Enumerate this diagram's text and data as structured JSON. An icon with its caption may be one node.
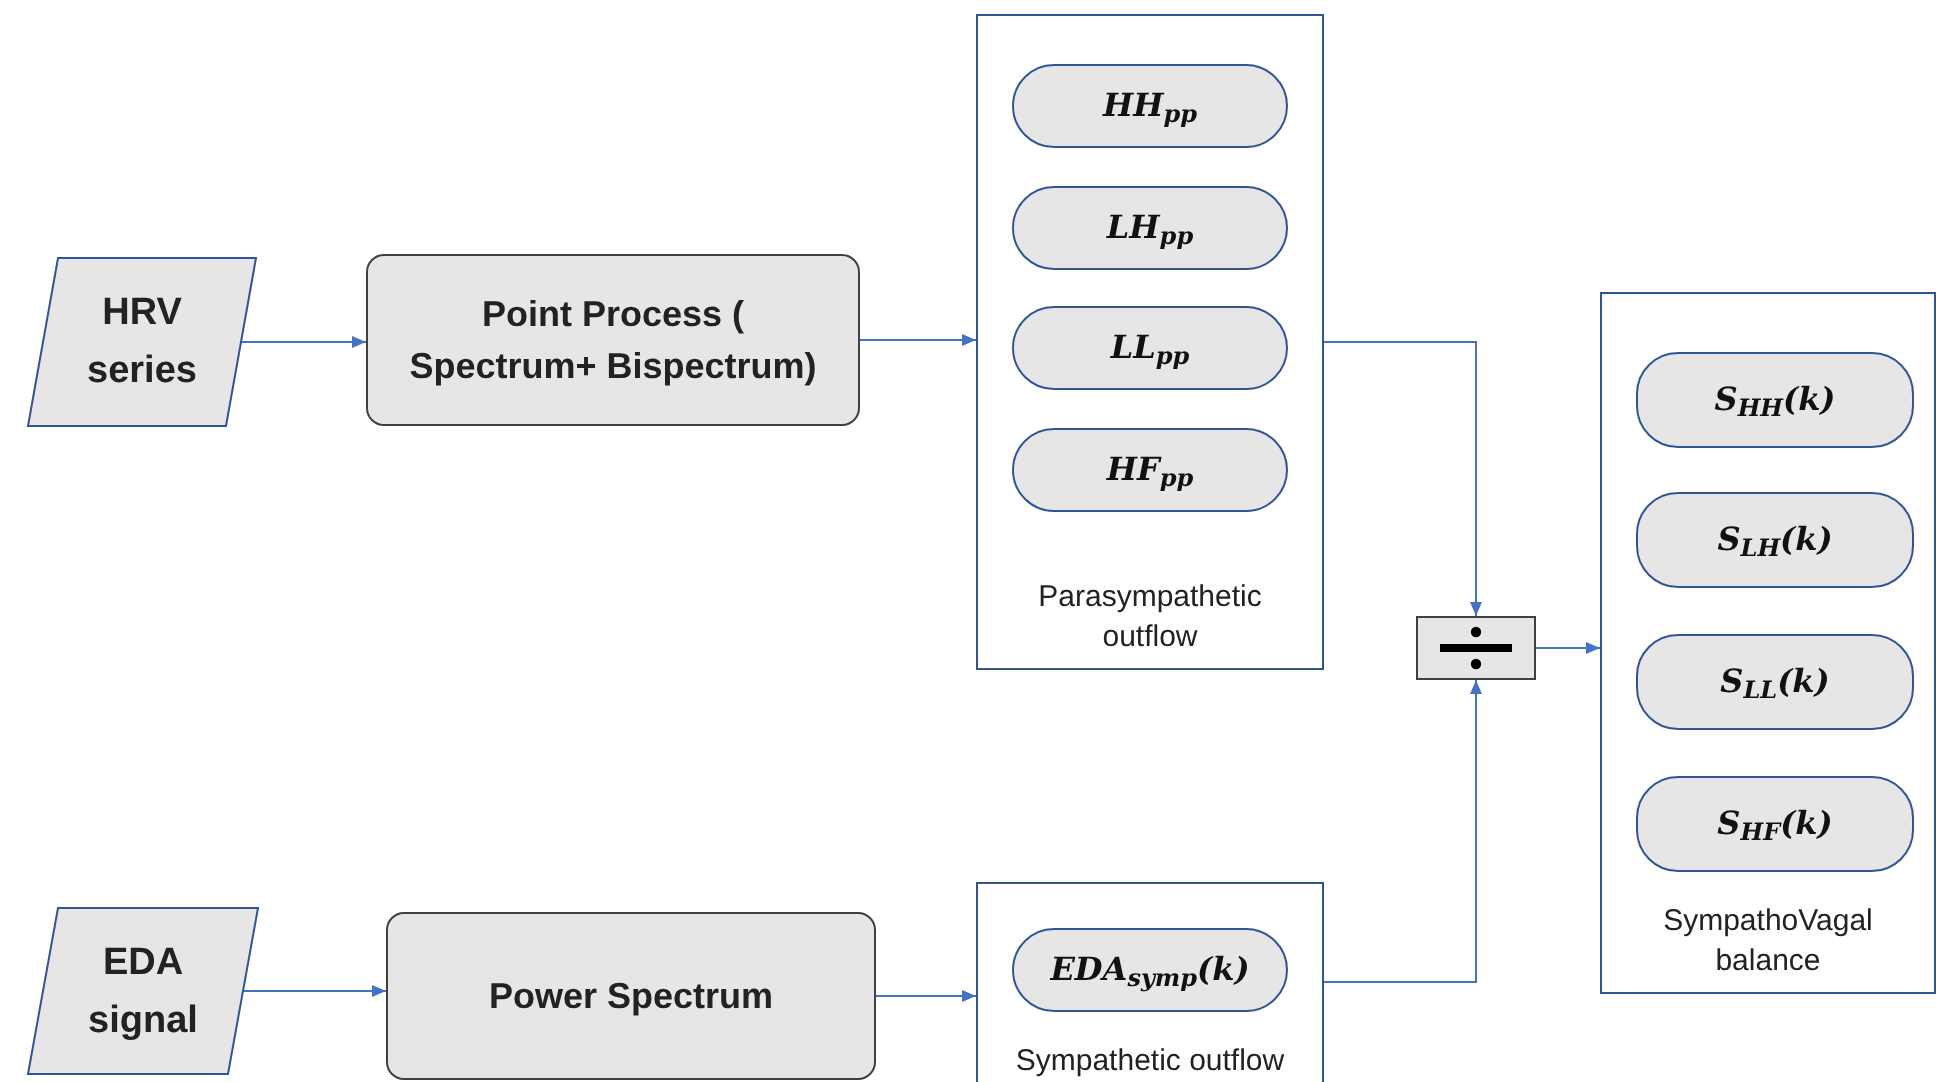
{
  "diagram": {
    "nodes": [
      {
        "text": [
          "HRV series"
        ]
      },
      {
        "text": [
          "Point Process ( Spectrum+ Bispectrum)"
        ]
      },
      {
        "text": [
          "Parasympathetic outflow"
        ]
      },
      {
        "text": [
          "HH$_{pp}$"
        ],
        "in": 2
      },
      {
        "text": [
          "LH$_{pp}$"
        ],
        "in": 2
      },
      {
        "text": [
          "LL$_{pp}$"
        ],
        "in": 2
      },
      {
        "text": [
          "HF$_{pp}$"
        ],
        "in": 2
      },
      {
        "text": [
          "EDA signal"
        ]
      },
      {
        "text": [
          "Power Spectrum"
        ]
      },
      {
        "text": [
          "Sympathetic outflow"
        ]
      },
      {
        "text": [
          "EDA$_{symp}$(k)"
        ],
        "in": 9
      },
      {
        "text": [],
        "shape": "box"
      },
      {
        "text": [
          "SympathoVagal balance"
        ]
      },
      {
        "text": [
          "S$_{HH}$(k)"
        ],
        "in": 12
      },
      {
        "text": [
          "S$_{LH}$(k)"
        ],
        "in": 12
      },
      {
        "text": [
          "S$_{LL}$(k)"
        ],
        "in": 12
      },
      {
        "text": [
          "S$_{HF}$(k)"
        ],
        "in": 12
      }
    ],
    "edges": [
      {
        "from": 0,
        "to": 1,
        "arrow": "to"
      },
      {
        "from": 1,
        "to": 2,
        "arrow": "to"
      },
      {
        "from": 7,
        "to": 8,
        "arrow": "to"
      },
      {
        "from": 8,
        "to": 9,
        "arrow": "to"
      },
      {
        "from": 2,
        "to": 11,
        "arrow": "to"
      },
      {
        "from": 9,
        "to": 11,
        "arrow": "to"
      },
      {
        "from": 11,
        "to": 12,
        "arrow": "to"
      }
    ]
  }
}
